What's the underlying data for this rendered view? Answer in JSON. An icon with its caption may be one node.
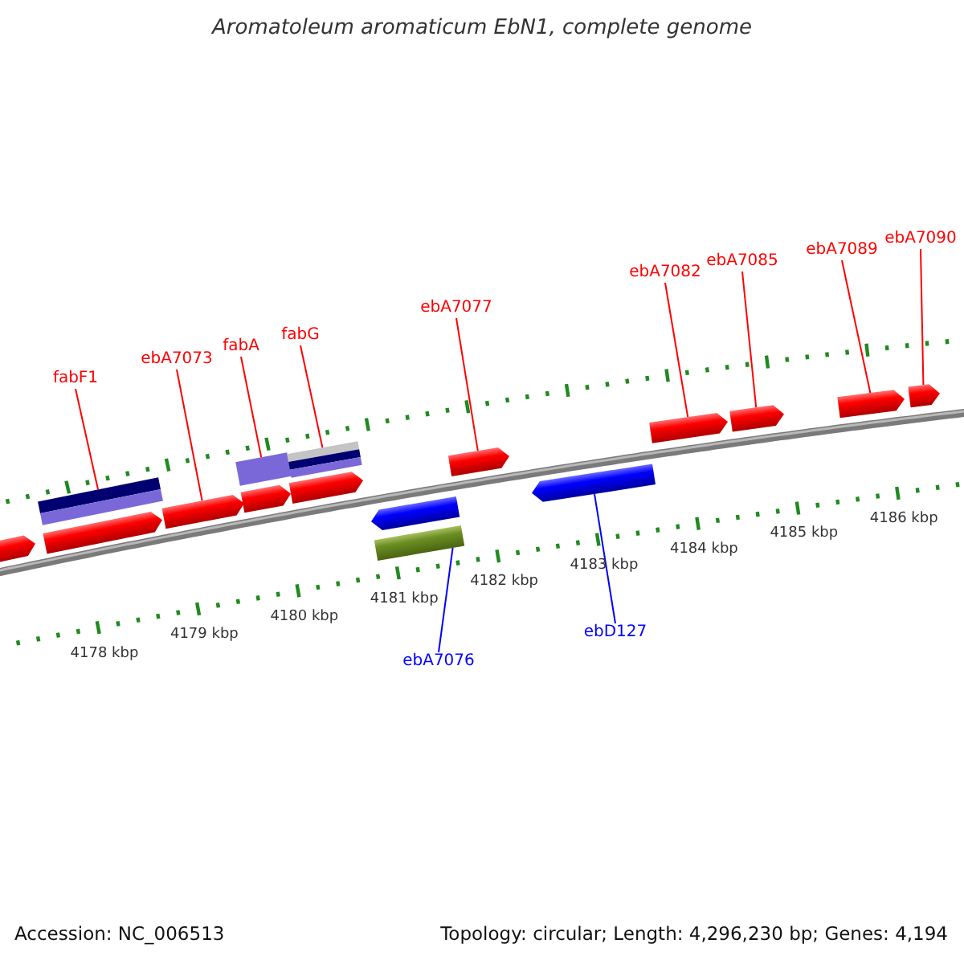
{
  "diagram": {
    "title": "Aromatoleum aromaticum EbN1, complete genome",
    "nodes": [
      {
        "text": [
          "fabF1"
        ]
      },
      {
        "text": [
          "ebA7073"
        ]
      },
      {
        "text": [
          "fabA"
        ]
      },
      {
        "text": [
          "fabG"
        ]
      },
      {
        "text": [
          "ebA7077"
        ]
      },
      {
        "text": [
          "ebA7082"
        ]
      },
      {
        "text": [
          "ebA7085"
        ]
      },
      {
        "text": [
          "ebA7089"
        ]
      },
      {
        "text": [
          "ebA7090"
        ]
      },
      {
        "text": [
          "ebA7076"
        ]
      },
      {
        "text": [
          "ebD127"
        ]
      },
      {
        "text": [],
        "shape": "box"
      },
      {
        "text": [],
        "shape": "bar"
      },
      {
        "text": [],
        "shape": "box"
      },
      {
        "text": [],
        "shape": "box"
      },
      {
        "text": [],
        "shape": "bar"
      },
      {
        "text": [],
        "shape": "box"
      },
      {
        "text": [],
        "shape": "bar"
      },
      {
        "text": [],
        "shape": "box"
      },
      {
        "text": [],
        "shape": "box"
      },
      {
        "text": [],
        "shape": "bar"
      },
      {
        "text": [],
        "shape": "box"
      },
      {
        "text": [],
        "shape": "box"
      },
      {
        "text": [],
        "shape": "box"
      },
      {
        "text": [],
        "shape": "box"
      },
      {
        "text": [],
        "shape": "box"
      },
      {
        "text": [],
        "shape": "box"
      }
    ],
    "edges": [
      {
        "from": 0,
        "to": 12,
        "arrow": "none"
      },
      {
        "from": 1,
        "to": 14,
        "arrow": "none"
      },
      {
        "from": 2,
        "to": 15,
        "arrow": "none"
      },
      {
        "from": 3,
        "to": 17,
        "arrow": "none"
      },
      {
        "from": 4,
        "to": 21,
        "arrow": "none"
      },
      {
        "from": 5,
        "to": 23,
        "arrow": "none"
      },
      {
        "from": 6,
        "to": 24,
        "arrow": "none"
      },
      {
        "from": 7,
        "to": 25,
        "arrow": "none"
      },
      {
        "from": 8,
        "to": 26,
        "arrow": "none"
      },
      {
        "from": 9,
        "to": 20,
        "arrow": "none",
        "color": "#0000ff"
      },
      {
        "from": 10,
        "to": 22,
        "arrow": "none",
        "color": "#0000ff"
      }
    ],
    "labels": [
      "4178 kbp",
      "4179 kbp",
      "4180 kbp",
      "4181 kbp",
      "4182 kbp",
      "4183 kbp",
      "4184 kbp",
      "4185 kbp",
      "4186 kbp",
      "Accession: NC_006513",
      "Topology: circular; Length: 4,296,230 bp; Genes: 4,194"
    ]
  }
}
